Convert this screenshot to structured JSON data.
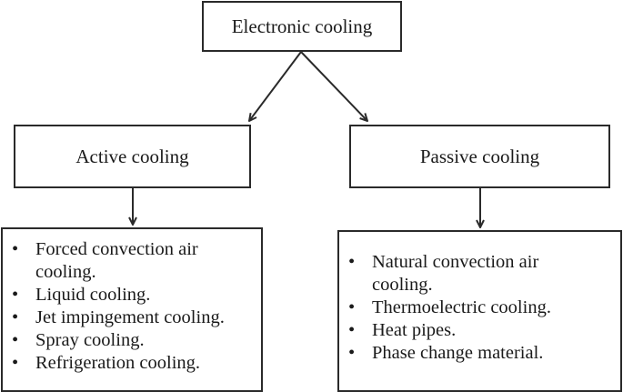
{
  "root": {
    "label": "Electronic cooling"
  },
  "active": {
    "label": "Active cooling",
    "items": [
      {
        "lines": [
          "Forced convection air",
          "cooling."
        ]
      },
      {
        "lines": [
          "Liquid cooling."
        ]
      },
      {
        "lines": [
          "Jet impingement cooling."
        ]
      },
      {
        "lines": [
          "Spray cooling."
        ]
      },
      {
        "lines": [
          "Refrigeration cooling."
        ]
      }
    ]
  },
  "passive": {
    "label": "Passive cooling",
    "items": [
      {
        "lines": [
          "Natural convection air",
          "cooling."
        ]
      },
      {
        "lines": [
          "Thermoelectric cooling."
        ]
      },
      {
        "lines": [
          "Heat pipes."
        ]
      },
      {
        "lines": [
          "Phase change material."
        ]
      }
    ]
  },
  "bullet_glyph": "•",
  "colors": {
    "line": "#2a2a2a",
    "text": "#1a1a1a",
    "background": "#ffffff"
  }
}
